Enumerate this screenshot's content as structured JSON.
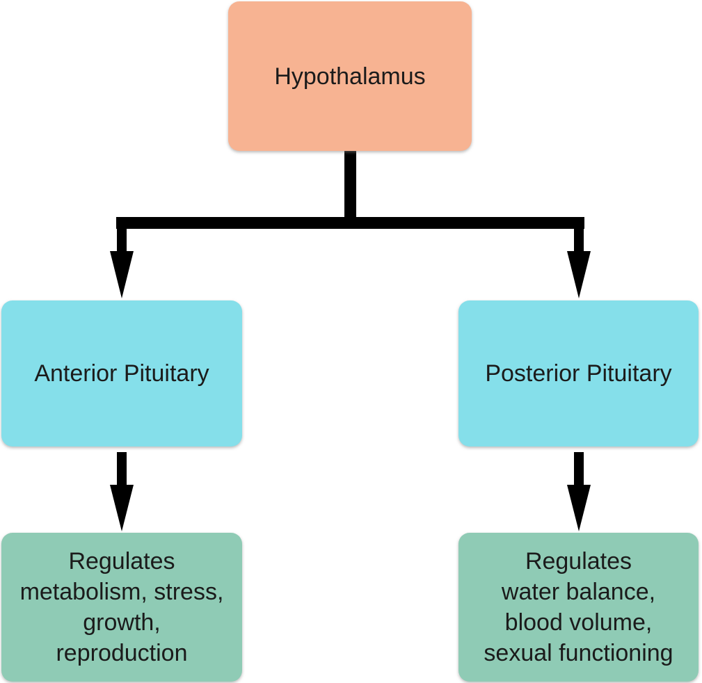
{
  "diagram": {
    "type": "flowchart",
    "background_color": "#ffffff",
    "connector_color": "#000000",
    "text_color": "#1b1b1b",
    "nodes": {
      "hypothalamus": {
        "label": "Hypothalamus",
        "color": "#f7b392"
      },
      "anterior": {
        "label": "Anterior Pituitary",
        "color": "#85dfea"
      },
      "posterior": {
        "label": "Posterior Pituitary",
        "color": "#85dfea"
      },
      "anterior_function": {
        "lines": [
          "Regulates",
          "metabolism, stress,",
          "growth,",
          "reproduction"
        ],
        "color": "#8fcbb5"
      },
      "posterior_function": {
        "lines": [
          "Regulates",
          "water balance,",
          "blood volume,",
          "sexual functioning"
        ],
        "color": "#8fcbb5"
      }
    },
    "edges": [
      {
        "from": "Hypothalamus",
        "to": "Anterior Pituitary"
      },
      {
        "from": "Hypothalamus",
        "to": "Posterior Pituitary"
      },
      {
        "from": "Anterior Pituitary",
        "to": "Regulates metabolism, stress, growth, reproduction"
      },
      {
        "from": "Posterior Pituitary",
        "to": "Regulates water balance, blood volume, sexual functioning"
      }
    ]
  }
}
